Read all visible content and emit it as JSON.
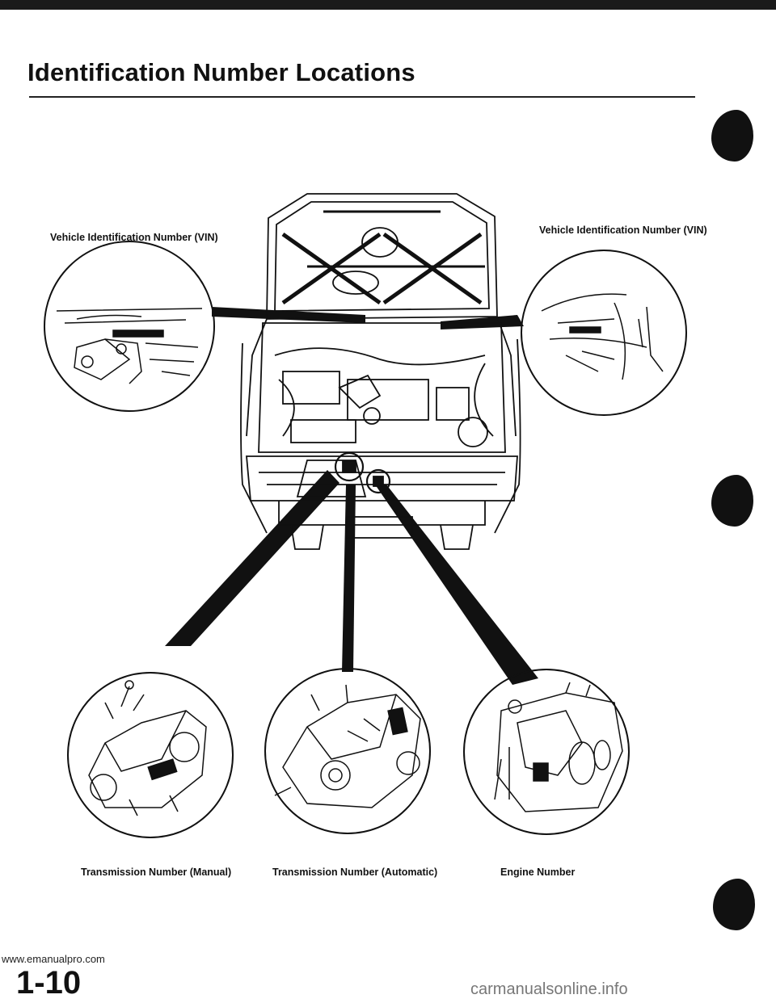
{
  "page": {
    "title": "Identification Number Locations",
    "page_number": "1-10",
    "footer_url": "www.emanualpro.com",
    "watermark": "carmanualsonline.info"
  },
  "labels": {
    "vin_left": "Vehicle Identification Number (VIN)",
    "vin_right": "Vehicle Identification Number (VIN)",
    "trans_manual": "Transmission Number (Manual)",
    "trans_auto": "Transmission Number (Automatic)",
    "engine": "Engine Number"
  },
  "colors": {
    "ink": "#111111",
    "paper": "#ffffff"
  },
  "icons": [
    "vehicle-engine-bay-illustration",
    "vin-detail-left",
    "vin-detail-right",
    "manual-transmission-detail",
    "automatic-transmission-detail",
    "engine-number-detail",
    "section-tab-marker"
  ]
}
